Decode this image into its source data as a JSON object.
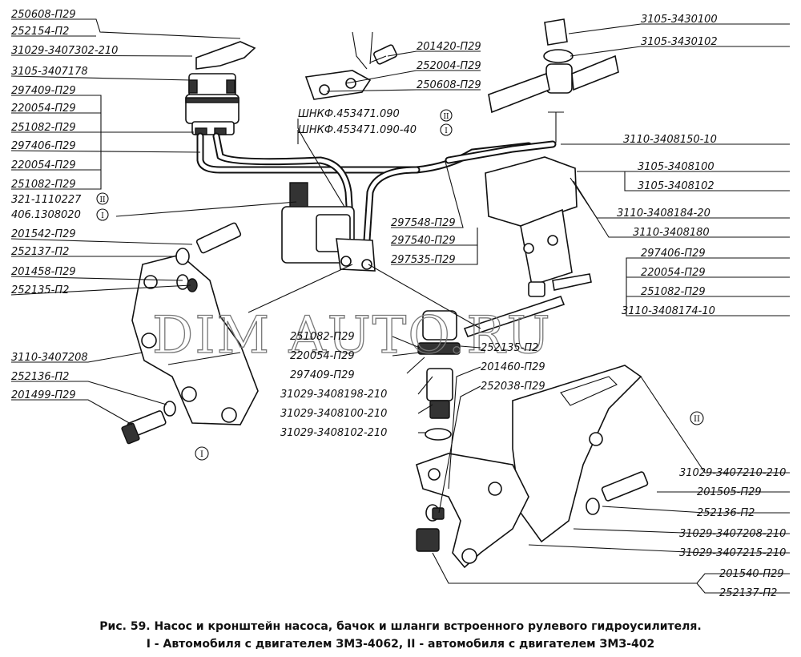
{
  "watermark": "DIM AUTO.RU",
  "caption": {
    "line1": "Рис. 59. Насос и кронштейн насоса, бачок и шланги встроенного рулевого гидроусилителя.",
    "line2": "I - Автомобиля с двигателем ЗМЗ-4062, II - автомобиля с двигателем ЗМЗ-402"
  },
  "variant_marks": {
    "I": "I",
    "II": "II"
  },
  "labels": {
    "l01": "250608-П29",
    "l02": "252154-П2",
    "l03": "31029-3407302-210",
    "l04": "3105-3407178",
    "l05": "297409-П29",
    "l06": "220054-П29",
    "l07": "251082-П29",
    "l08": "297406-П29",
    "l09": "220054-П29",
    "l10": "251082-П29",
    "l11": "321-1110227",
    "l12": "406.1308020",
    "l13": "201542-П29",
    "l14": "252137-П2",
    "l15": "201458-П29",
    "l16": "252135-П2",
    "l17": "3110-3407208",
    "l18": "252136-П2",
    "l19": "201499-П29",
    "l20": "201420-П29",
    "l21": "252004-П29",
    "l22": "250608-П29",
    "l23": "ШНКФ.453471.090",
    "l24": "ШНКФ.453471.090-40",
    "l25": "3105-3430100",
    "l26": "3105-3430102",
    "l27": "3110-3408150-10",
    "l28": "3105-3408100",
    "l29": "3105-3408102",
    "l30": "3110-3408184-20",
    "l31": "3110-3408180",
    "l32": "297406-П29",
    "l33": "220054-П29",
    "l34": "251082-П29",
    "l35": "3110-3408174-10",
    "l36": "297548-П29",
    "l37": "297540-П29",
    "l38": "297535-П29",
    "l39": "251082-П29",
    "l40": "220054-П29",
    "l41": "297409-П29",
    "l42": "31029-3408198-210",
    "l43": "31029-3408100-210",
    "l44": "31029-3408102-210",
    "l45": "252135-П2",
    "l46": "201460-П29",
    "l47": "252038-П29",
    "l48": "31029-3407210-210",
    "l49": "201505-П29",
    "l50": "252136-П2",
    "l51": "31029-3407208-210",
    "l52": "31029-3407215-210",
    "l53": "201540-П29",
    "l54": "252137-П2"
  }
}
